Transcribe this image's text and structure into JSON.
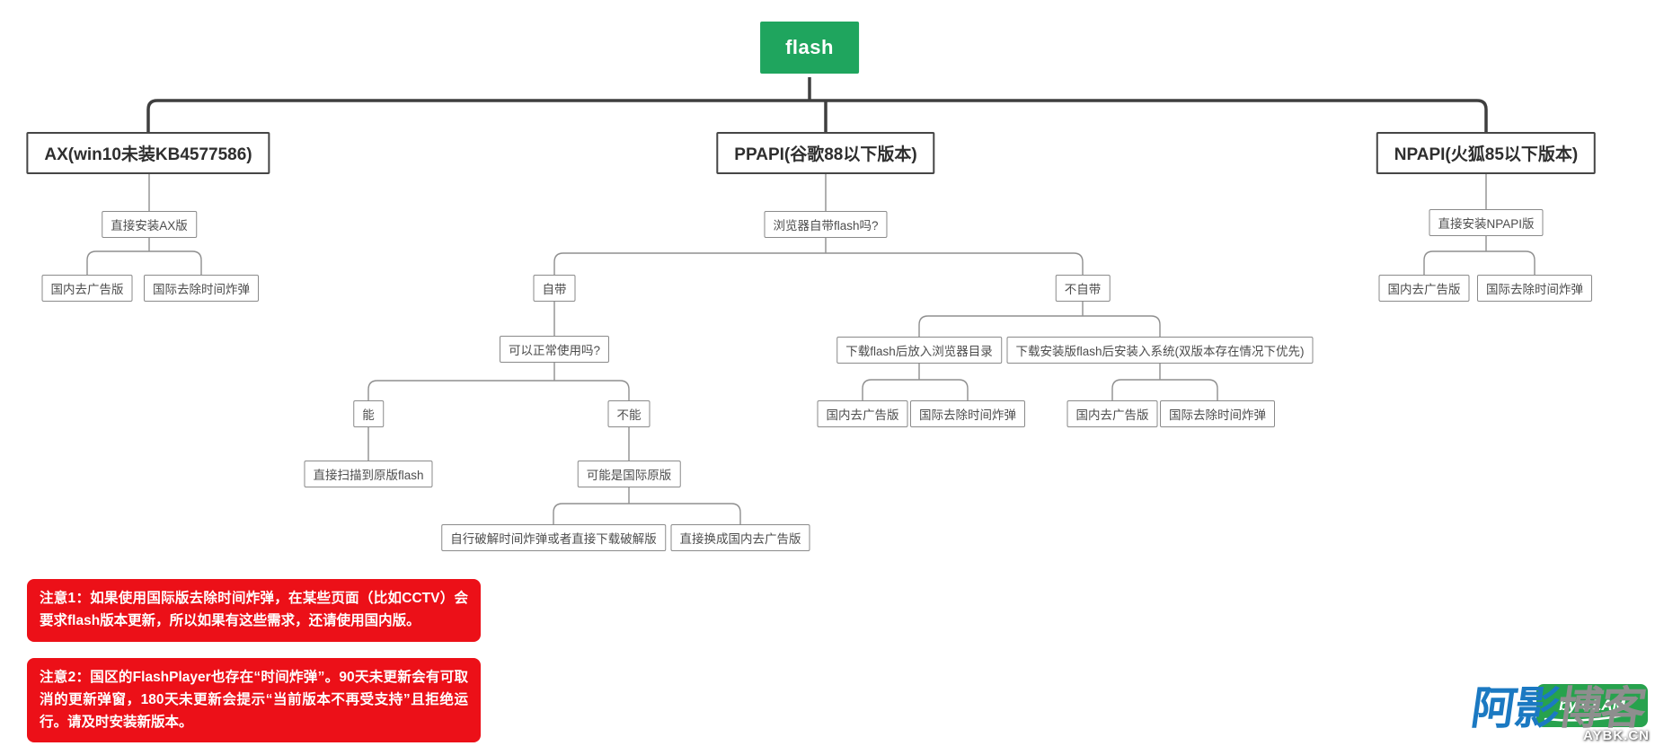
{
  "root": {
    "label": "flash",
    "color": "#1fa55e"
  },
  "branches": {
    "ax": "AX(win10未装KB4577586)",
    "ppapi": "PPAPI(谷歌88以下版本)",
    "npapi": "NPAPI(火狐85以下版本)"
  },
  "nodes": {
    "ax_install": "直接安装AX版",
    "npapi_install": "直接安装NPAPI版",
    "cn_noad": "国内去广告版",
    "intl_bomb": "国际去除时间炸弹",
    "ppapi_q": "浏览器自带flash吗?",
    "builtin": "自带",
    "not_builtin": "不自带",
    "work_q": "可以正常使用吗?",
    "can": "能",
    "cannot": "不能",
    "scan": "直接扫描到原版flash",
    "maybe_intl": "可能是国际原版",
    "crack": "自行破解时间炸弹或者直接下载破解版",
    "switch_cn": "直接换成国内去广告版",
    "dl_browser": "下载flash后放入浏览器目录",
    "dl_system": "下载安装版flash后安装入系统(双版本存在情况下优先)"
  },
  "notes": {
    "note1": "注意1：如果使用国际版去除时间炸弹，在某些页面（比如CCTV）会要求flash版本更新，所以如果有这些需求，还请使用国内版。",
    "note2": "注意2：国区的FlashPlayer也存在“时间炸弹”。90天未更新会有可取消的更新弹窗，180天未更新会提示“当前版本不再受支持”且拒绝运行。请及时安装新版本。"
  },
  "watermark": {
    "badge": "by CLAM",
    "site_blue": "阿影",
    "site_gray": "博客",
    "domain": "AYBK.CN"
  },
  "colors": {
    "note_red": "#ec1018",
    "line_dark": "#3f3f3f",
    "line_gray": "#8f8f8f",
    "wm_green": "#27a24d",
    "wm_blue": "#1b79c2",
    "wm_gray": "#8e8e8e"
  }
}
